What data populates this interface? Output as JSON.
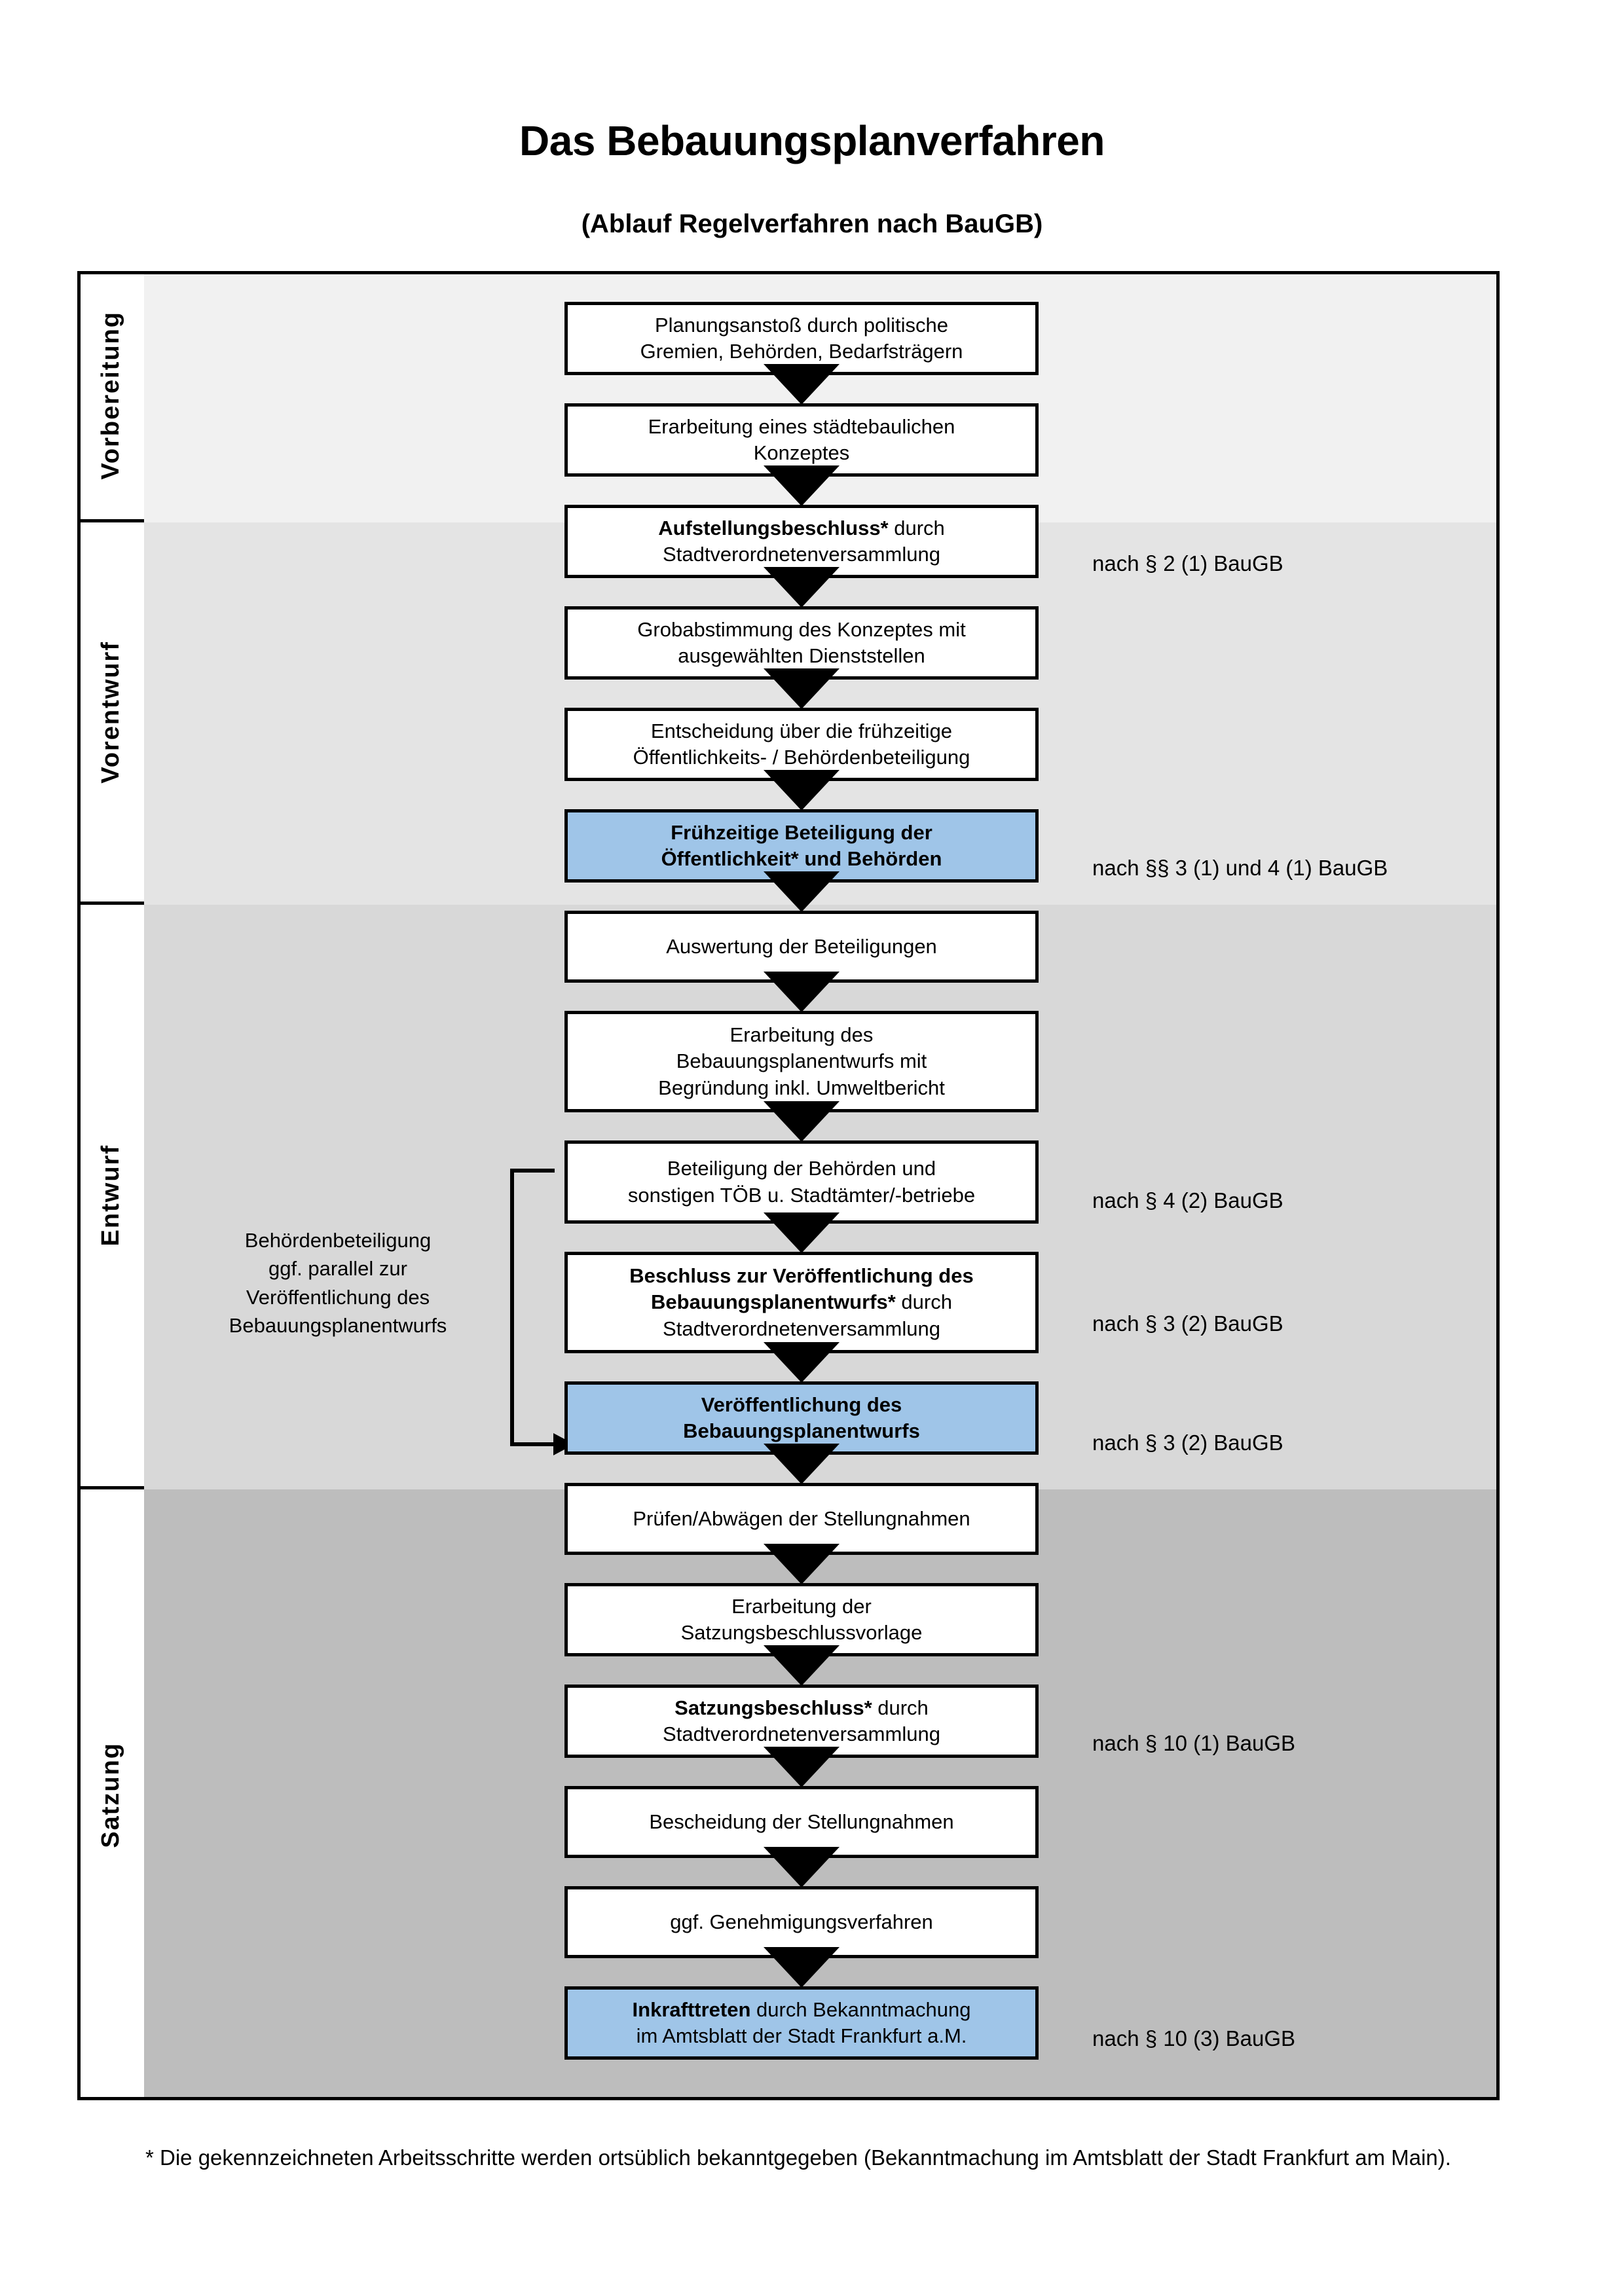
{
  "header": {
    "title": "Das Bebauungsplanverfahren",
    "subtitle": "(Ablauf Regelverfahren nach BauGB)"
  },
  "colors": {
    "highlight": "#9fc5e8",
    "band1": "#f1f1f1",
    "band2": "#e4e4e4",
    "band3": "#d8d8d8",
    "band4": "#bdbdbd",
    "line": "#000000"
  },
  "phases": [
    {
      "label": "Vorbereitung",
      "background": "#f1f1f1"
    },
    {
      "label": "Vorentwurf",
      "background": "#e4e4e4"
    },
    {
      "label": "Entwurf",
      "background": "#d8d8d8"
    },
    {
      "label": "Satzung",
      "background": "#bdbdbd"
    }
  ],
  "steps": [
    {
      "id": "planungsanstoss",
      "line1": "Planungsanstoß durch politische",
      "line2": "Gremien, Behörden, Bedarfsträgern",
      "line3": "",
      "bold": "",
      "highlight": false
    },
    {
      "id": "konzept",
      "line1": "Erarbeitung eines städtebaulichen",
      "line2": "Konzeptes",
      "line3": "",
      "bold": "",
      "highlight": false
    },
    {
      "id": "aufstellungsbeschluss",
      "line1": "",
      "line2": "Stadtverordnetenversammlung",
      "line3": "",
      "bold": "Aufstellungsbeschluss*",
      "boldsuffix": " durch",
      "highlight": false
    },
    {
      "id": "grobabstimmung",
      "line1": "Grobabstimmung des Konzeptes mit",
      "line2": "ausgewählten Dienststellen",
      "line3": "",
      "bold": "",
      "highlight": false
    },
    {
      "id": "entscheidung-frueh",
      "line1": "Entscheidung über die frühzeitige",
      "line2": "Öffentlichkeits- / Behördenbeteiligung",
      "line3": "",
      "bold": "",
      "highlight": false
    },
    {
      "id": "fruehzeitige-beteiligung",
      "line1": "Frühzeitige Beteiligung der",
      "line2": "Öffentlichkeit* und Behörden",
      "line3": "",
      "bold": "ALL",
      "highlight": true
    },
    {
      "id": "auswertung",
      "line1": "Auswertung der Beteiligungen",
      "line2": "",
      "line3": "",
      "bold": "",
      "highlight": false
    },
    {
      "id": "erarbeitung-entwurf",
      "line1": "Erarbeitung des",
      "line2": "Bebauungsplanentwurfs mit",
      "line3": "Begründung inkl. Umweltbericht",
      "bold": "",
      "highlight": false
    },
    {
      "id": "beteiligung-behoerden",
      "line1": "Beteiligung der Behörden und",
      "line2": "sonstigen TÖB u. Stadtämter/-betriebe",
      "line3": "",
      "bold": "",
      "highlight": false
    },
    {
      "id": "beschluss-veroeff",
      "line1": "",
      "line2": "",
      "line3": "Stadtverordnetenversammlung",
      "bold": "Beschluss zur Veröffentlichung des",
      "bold2": "Bebauungsplanentwurfs*",
      "boldsuffix": " durch",
      "highlight": false
    },
    {
      "id": "veroeffentlichung",
      "line1": "Veröffentlichung des",
      "line2": "Bebauungsplanentwurfs",
      "line3": "",
      "bold": "ALL",
      "highlight": true
    },
    {
      "id": "pruefen-abwaegen",
      "line1": "Prüfen/Abwägen der Stellungnahmen",
      "line2": "",
      "line3": "",
      "bold": "",
      "highlight": false
    },
    {
      "id": "satzungsvorlage",
      "line1": "Erarbeitung der",
      "line2": "Satzungsbeschlussvorlage",
      "line3": "",
      "bold": "",
      "highlight": false
    },
    {
      "id": "satzungsbeschluss",
      "line1": "",
      "line2": "Stadtverordnetenversammlung",
      "line3": "",
      "bold": "Satzungsbeschluss*",
      "boldsuffix": " durch",
      "highlight": false
    },
    {
      "id": "bescheidung",
      "line1": "Bescheidung der Stellungnahmen",
      "line2": "",
      "line3": "",
      "bold": "",
      "highlight": false
    },
    {
      "id": "genehmigungsverfahren",
      "line1": "ggf. Genehmigungsverfahren",
      "line2": "",
      "line3": "",
      "bold": "",
      "highlight": false
    },
    {
      "id": "inkrafttreten",
      "line1": "",
      "line2": "im Amtsblatt der Stadt Frankfurt a.M.",
      "line3": "",
      "bold": "Inkrafttreten",
      "boldsuffix": " durch Bekanntmachung",
      "highlight": true
    }
  ],
  "legal_notes": [
    {
      "id": "note-par2-1",
      "text": "nach § 2 (1) BauGB"
    },
    {
      "id": "note-par3-4",
      "text": "nach §§ 3 (1) und 4 (1) BauGB"
    },
    {
      "id": "note-par4-2",
      "text": "nach § 4 (2) BauGB"
    },
    {
      "id": "note-par3-2a",
      "text": "nach § 3 (2) BauGB"
    },
    {
      "id": "note-par3-2b",
      "text": "nach § 3 (2) BauGB"
    },
    {
      "id": "note-par10-1",
      "text": "nach § 10 (1) BauGB"
    },
    {
      "id": "note-par10-3",
      "text": "nach § 10 (3) BauGB"
    }
  ],
  "sidenote": {
    "l1": "Behördenbeteiligung",
    "l2": "ggf. parallel zur",
    "l3": "Veröffentlichung des",
    "l4": "Bebauungsplanentwurfs"
  },
  "footnote": {
    "text": "* Die gekennzeichneten Arbeitsschritte werden ortsüblich bekanntgegeben (Bekanntmachung im Amtsblatt  der Stadt Frankfurt am Main)."
  }
}
